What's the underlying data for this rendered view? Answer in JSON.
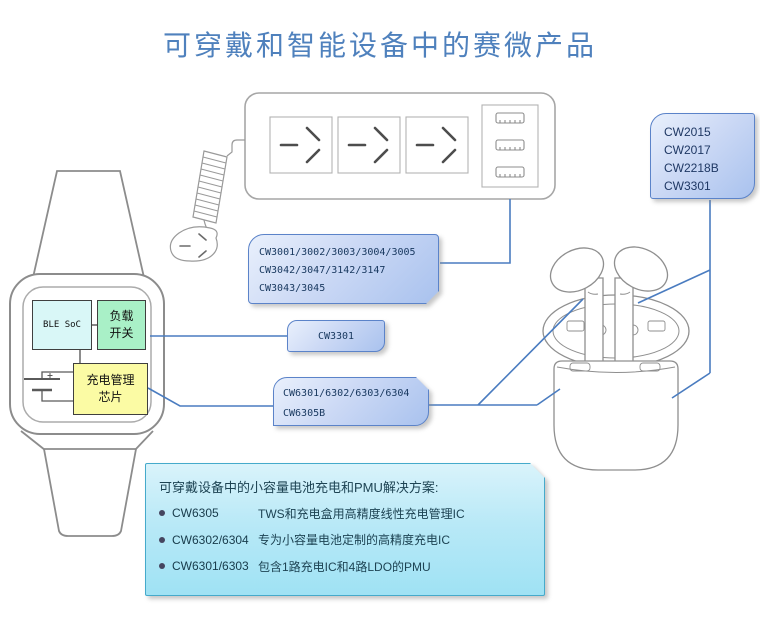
{
  "title": {
    "text": "可穿戴和智能设备中的赛微产品"
  },
  "watch": {
    "ble_soc": "BLE SoC",
    "load_switch": [
      "负载",
      "开关"
    ],
    "charge_chip": [
      "充电管理",
      "芯片"
    ]
  },
  "callouts": {
    "cw3000_series": {
      "lines": [
        "CW3001/3002/3003/3004/3005",
        "CW3042/3047/3142/3147",
        "CW3043/3045"
      ]
    },
    "cw3301": {
      "label": "CW3301"
    },
    "cw6300_series": {
      "lines": [
        "CW6301/6302/6303/6304",
        "CW6305B"
      ]
    },
    "cw2000_series": {
      "lines": [
        "CW2015",
        "CW2017",
        "CW2218B",
        "CW3301"
      ]
    }
  },
  "solutions": {
    "heading": "可穿戴设备中的小容量电池充电和PMU解决方案:",
    "items": [
      {
        "part": "CW6305",
        "desc": "TWS和充电盒用高精度线性充电管理IC"
      },
      {
        "part": "CW6302/6304",
        "desc": "专为小容量电池定制的高精度充电IC"
      },
      {
        "part": "CW6301/6303",
        "desc": "包含1路充电IC和4路LDO的PMU"
      }
    ]
  },
  "illustrations": {
    "watch": "smartwatch-wireframe-icon",
    "power_strip": "power-strip-with-usb-ports-icon",
    "plug": "power-plug-icon",
    "cord": "coiled-cord-icon",
    "earbuds": "tws-earbuds-with-charging-case-icon",
    "battery": "battery-symbol-icon"
  },
  "colors": {
    "title_blue": "#4f81bd",
    "connector_blue": "#4a7cc0",
    "callout_border": "#5b83c9",
    "solution_border": "#45aacb",
    "ble_fill": "#d9f7f7",
    "load_switch_fill": "#a9f0c7",
    "charge_chip_fill": "#fbfba4"
  }
}
